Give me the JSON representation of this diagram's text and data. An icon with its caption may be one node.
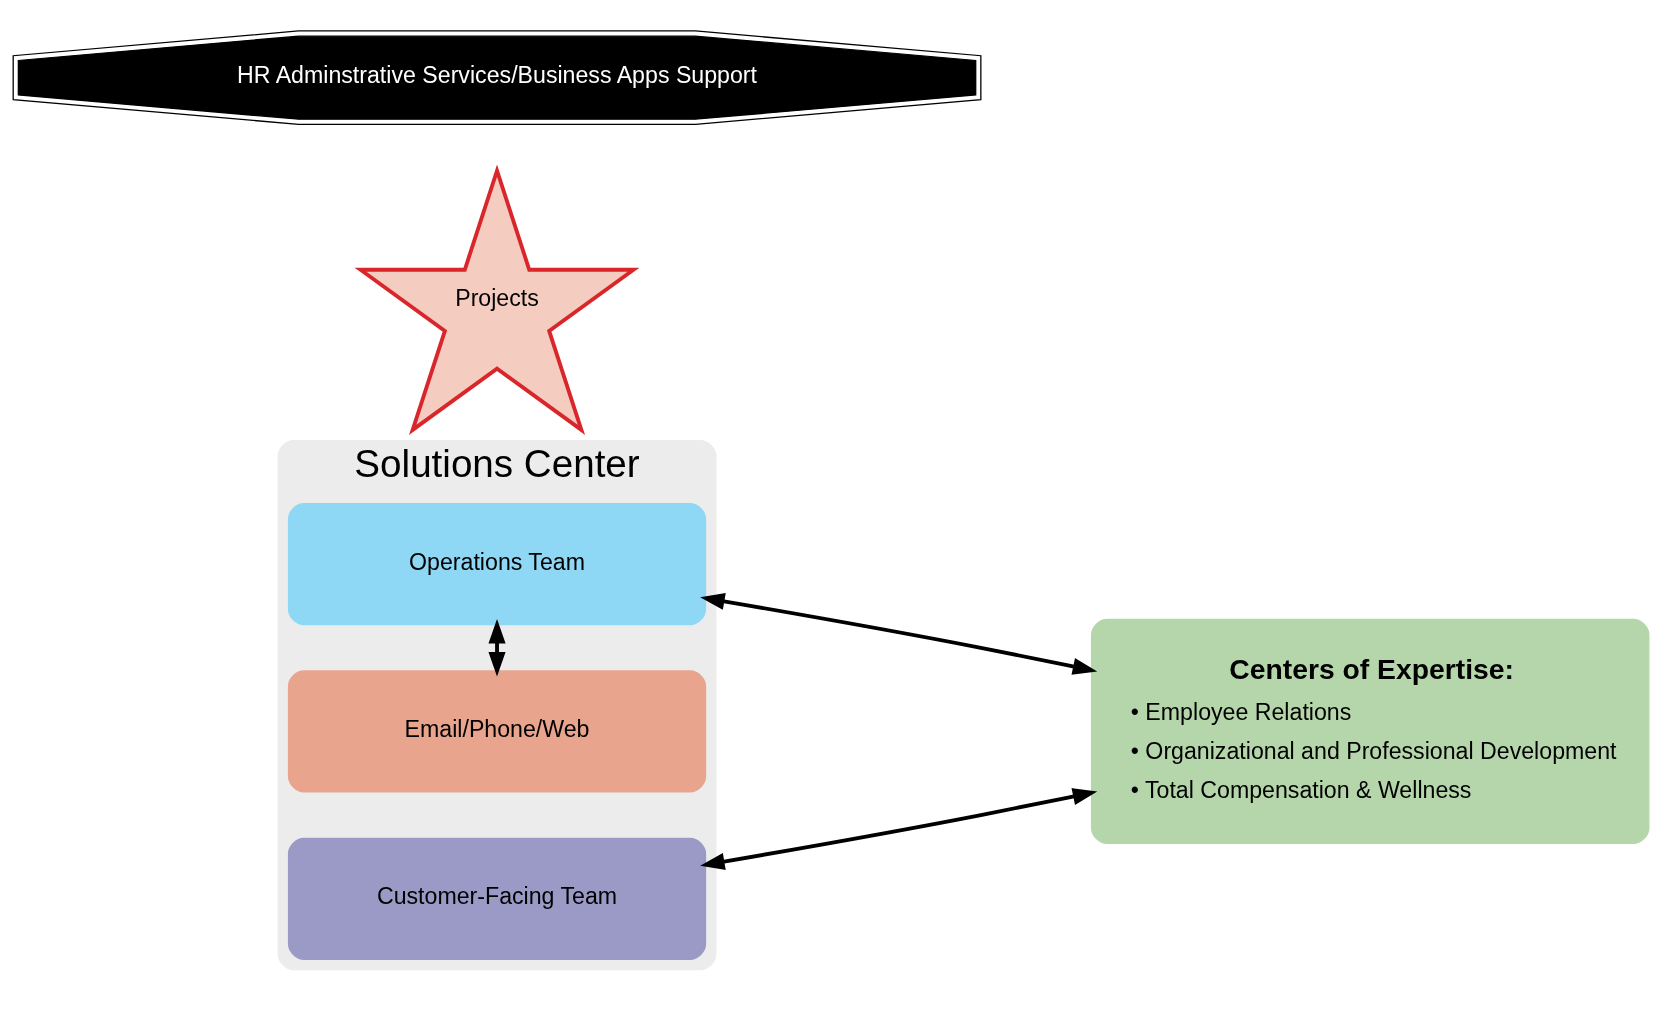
{
  "diagram": {
    "nodes": [
      {
        "text": [
          "Solutions Center"
        ]
      },
      {
        "text": [
          "Email/Phone/Web"
        ],
        "in": 0
      },
      {
        "text": [
          "Customer-Facing Team"
        ],
        "in": 0
      },
      {
        "text": [
          "Operations Team"
        ],
        "in": 0
      },
      {
        "text": [
          "Centers of Expertise:",
          "• Employee Relations",
          "• Organizational and Professional Development",
          "• Total Compensation & Wellness"
        ]
      },
      {
        "text": [
          "Projects"
        ]
      },
      {
        "text": [
          "HR Adminstrative Services/Business Apps Support"
        ]
      }
    ],
    "edges": [
      {
        "from": 1,
        "to": 3,
        "arrow": "both"
      },
      {
        "from": 2,
        "to": 4,
        "arrow": "both"
      },
      {
        "from": 3,
        "to": 4,
        "arrow": "both"
      }
    ]
  }
}
